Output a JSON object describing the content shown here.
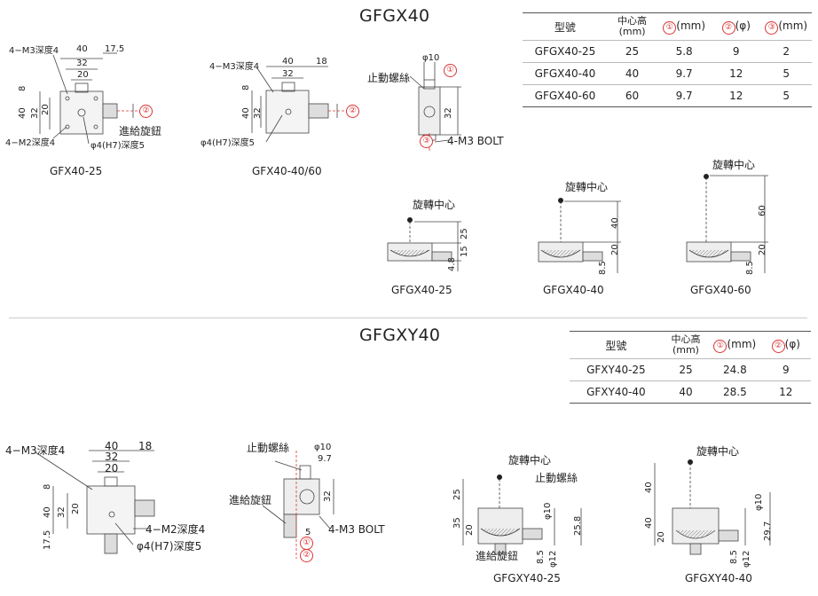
{
  "sections": [
    {
      "title": "GFGX40"
    },
    {
      "title": "GFGXY40"
    }
  ],
  "table1": {
    "headers": [
      "型號",
      "中心高\n(mm)",
      "(mm)",
      "(φ)",
      "(mm)"
    ],
    "header_marks": [
      "①",
      "②",
      "③"
    ],
    "rows": [
      [
        "GFGX40-25",
        "25",
        "5.8",
        "9",
        "2"
      ],
      [
        "GFGX40-40",
        "40",
        "9.7",
        "12",
        "5"
      ],
      [
        "GFGX40-60",
        "60",
        "9.7",
        "12",
        "5"
      ]
    ]
  },
  "table2": {
    "headers": [
      "型號",
      "中心高\n(mm)",
      "(mm)",
      "(φ)"
    ],
    "header_marks": [
      "①",
      "②"
    ],
    "rows": [
      [
        "GFXY40-25",
        "25",
        "24.8",
        "9"
      ],
      [
        "GFXY40-40",
        "40",
        "28.5",
        "12"
      ]
    ]
  },
  "labels": {
    "m3_depth4": "4−M3深度4",
    "m2_depth4": "4−M2深度4",
    "h7_depth5": "φ4(H7)深度5",
    "feed_knob": "進給旋鈕",
    "stop_screw": "止動螺絲",
    "bolt": "4-M3 BOLT",
    "rot_center": "旋轉中心",
    "phi10": "φ10",
    "phi12": "φ12"
  },
  "marks": {
    "m1": "①",
    "m2": "②",
    "m3": "③"
  },
  "dims": {
    "d40": "40",
    "d32": "32",
    "d20": "20",
    "d17_5": "17.5",
    "d8": "8",
    "d18": "18",
    "d25": "25",
    "d15": "15",
    "d4_8": "4.8",
    "d60": "60",
    "d8_5": "8.5",
    "d9_7": "9.7",
    "d5": "5",
    "d35": "35",
    "d25_8": "25.8",
    "d29_7": "29.7"
  },
  "captions": {
    "gfx40_25": "GFX40-25",
    "gfx40_40_60": "GFX40-40/60",
    "gfgx40_25": "GFGX40-25",
    "gfgx40_40": "GFGX40-40",
    "gfgx40_60": "GFGX40-60",
    "gfgxy40_25": "GFGXY40-25",
    "gfgxy40_40": "GFGXY40-40"
  }
}
